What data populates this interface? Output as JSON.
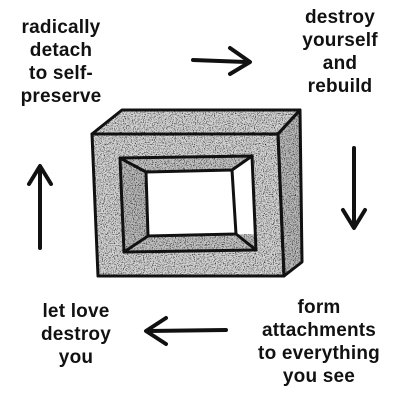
{
  "diagram": {
    "cycle": [
      {
        "id": "tl",
        "text": "radically\ndetach\nto self-\npreserve"
      },
      {
        "id": "tr",
        "text": "destroy\nyourself\nand\nrebuild"
      },
      {
        "id": "br",
        "text": "form\nattachments\nto everything\nyou see"
      },
      {
        "id": "bl",
        "text": "let love\ndestroy\nyou"
      }
    ],
    "arrows": [
      {
        "from": "radically detach to self-preserve",
        "to": "destroy yourself and rebuild",
        "direction": "right"
      },
      {
        "from": "destroy yourself and rebuild",
        "to": "form attachments to everything you see",
        "direction": "down"
      },
      {
        "from": "form attachments to everything you see",
        "to": "let love destroy you",
        "direction": "left"
      },
      {
        "from": "let love destroy you",
        "to": "radically detach to self-preserve",
        "direction": "up"
      }
    ],
    "center_figure": "impossible-frame (Penrose-style stippled square)",
    "colors": {
      "ink": "#111111",
      "background": "#ffffff",
      "stipple_face": "#d4d4d4",
      "stipple_side": "#b9b9b9"
    }
  }
}
